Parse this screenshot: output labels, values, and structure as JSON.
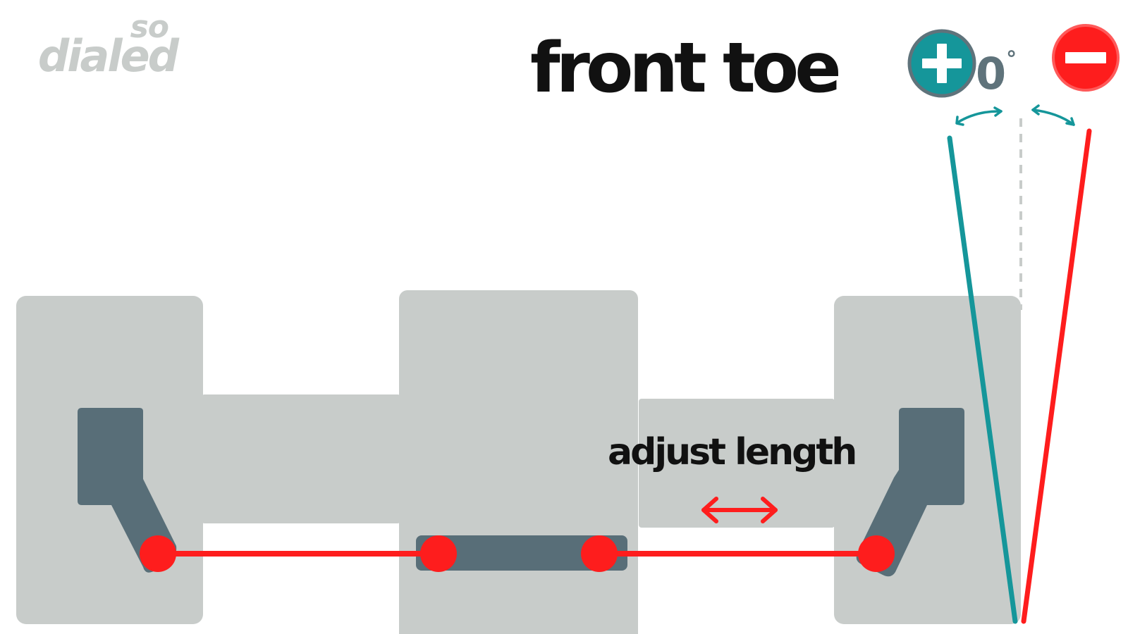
{
  "logo": {
    "line1": "so",
    "line2": "dialed"
  },
  "title": "front toe",
  "angle_label": {
    "value": "0",
    "unit": "°"
  },
  "signs": {
    "positive": "+",
    "negative": "−"
  },
  "adjust_label": "adjust length",
  "colors": {
    "background": "#ffffff",
    "block_gray": "#c8ccca",
    "dark_slate": "#586e78",
    "red": "#fe1d1d",
    "teal": "#15969a",
    "text": "#111111",
    "logo": "#c8ccca"
  },
  "icons": [
    "plus-circle-icon",
    "minus-circle-icon",
    "double-arrow-icon",
    "curved-arrow-icon"
  ]
}
